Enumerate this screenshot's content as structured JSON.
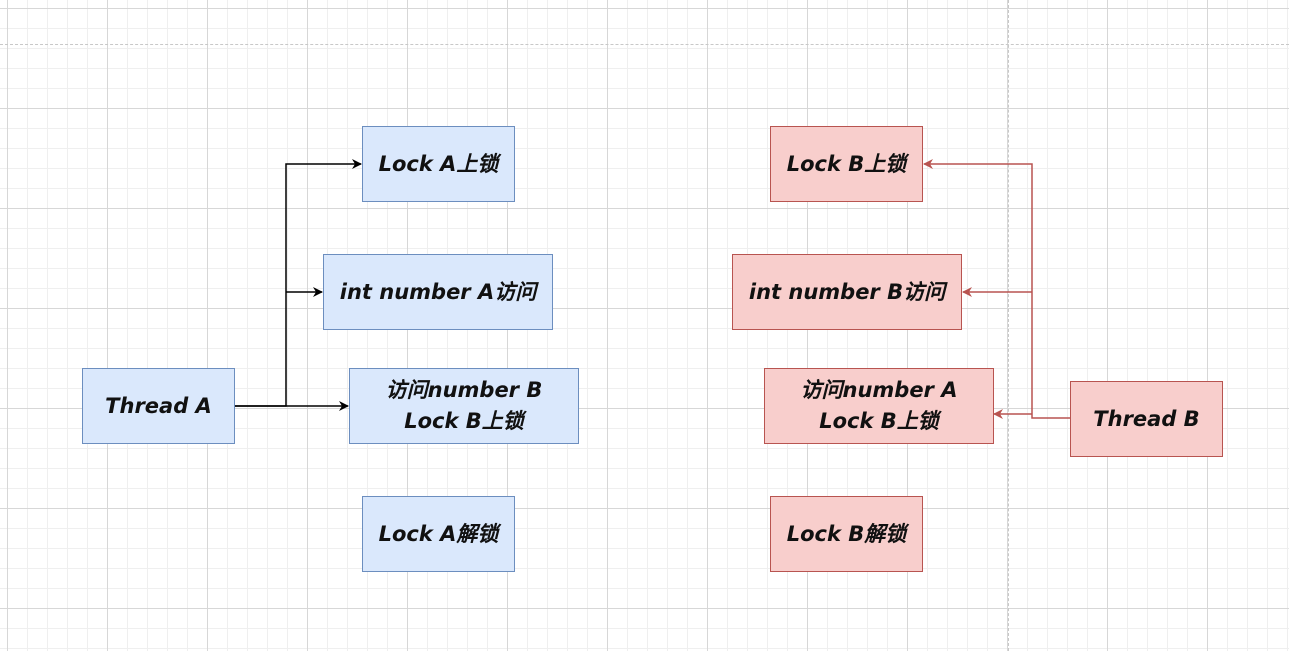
{
  "diagram": {
    "thread_a": {
      "label": "Thread A",
      "steps": [
        {
          "lines": [
            "Lock A上锁"
          ]
        },
        {
          "lines": [
            "int number A访问"
          ]
        },
        {
          "lines": [
            "访问number B",
            "Lock B上锁"
          ]
        },
        {
          "lines": [
            "Lock A解锁"
          ]
        }
      ]
    },
    "thread_b": {
      "label": "Thread B",
      "steps": [
        {
          "lines": [
            "Lock B上锁"
          ]
        },
        {
          "lines": [
            "int number B访问"
          ]
        },
        {
          "lines": [
            "访问number A",
            "Lock B上锁"
          ]
        },
        {
          "lines": [
            "Lock B解锁"
          ]
        }
      ]
    }
  },
  "colors": {
    "thread_a_fill": "#dae8fc",
    "thread_a_stroke": "#6c8ebf",
    "thread_b_fill": "#f8cecc",
    "thread_b_stroke": "#b85450",
    "thread_a_connector": "#000000",
    "thread_b_connector": "#b85450"
  }
}
